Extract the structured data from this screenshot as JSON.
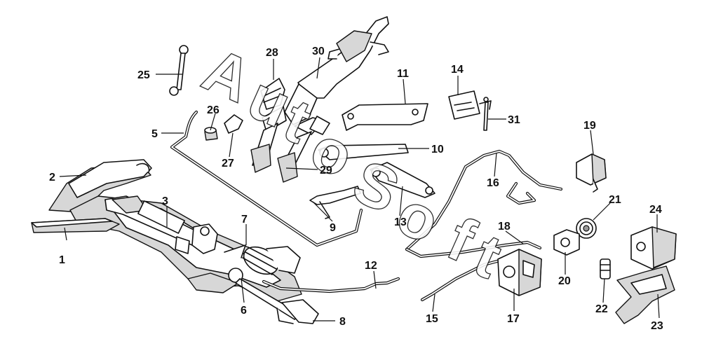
{
  "watermark": {
    "letters": [
      "A",
      "u",
      "t",
      "o",
      "S",
      "o",
      "f",
      "t"
    ]
  },
  "callouts": [
    "1",
    "2",
    "3",
    "5",
    "6",
    "7",
    "8",
    "9",
    "10",
    "11",
    "12",
    "13",
    "14",
    "15",
    "16",
    "17",
    "18",
    "19",
    "20",
    "21",
    "22",
    "23",
    "24",
    "25",
    "26",
    "27",
    "28",
    "29",
    "30",
    "31"
  ],
  "colors": {
    "ink": "#111111",
    "shade": "#d7d7d7",
    "paper": "#ffffff"
  }
}
